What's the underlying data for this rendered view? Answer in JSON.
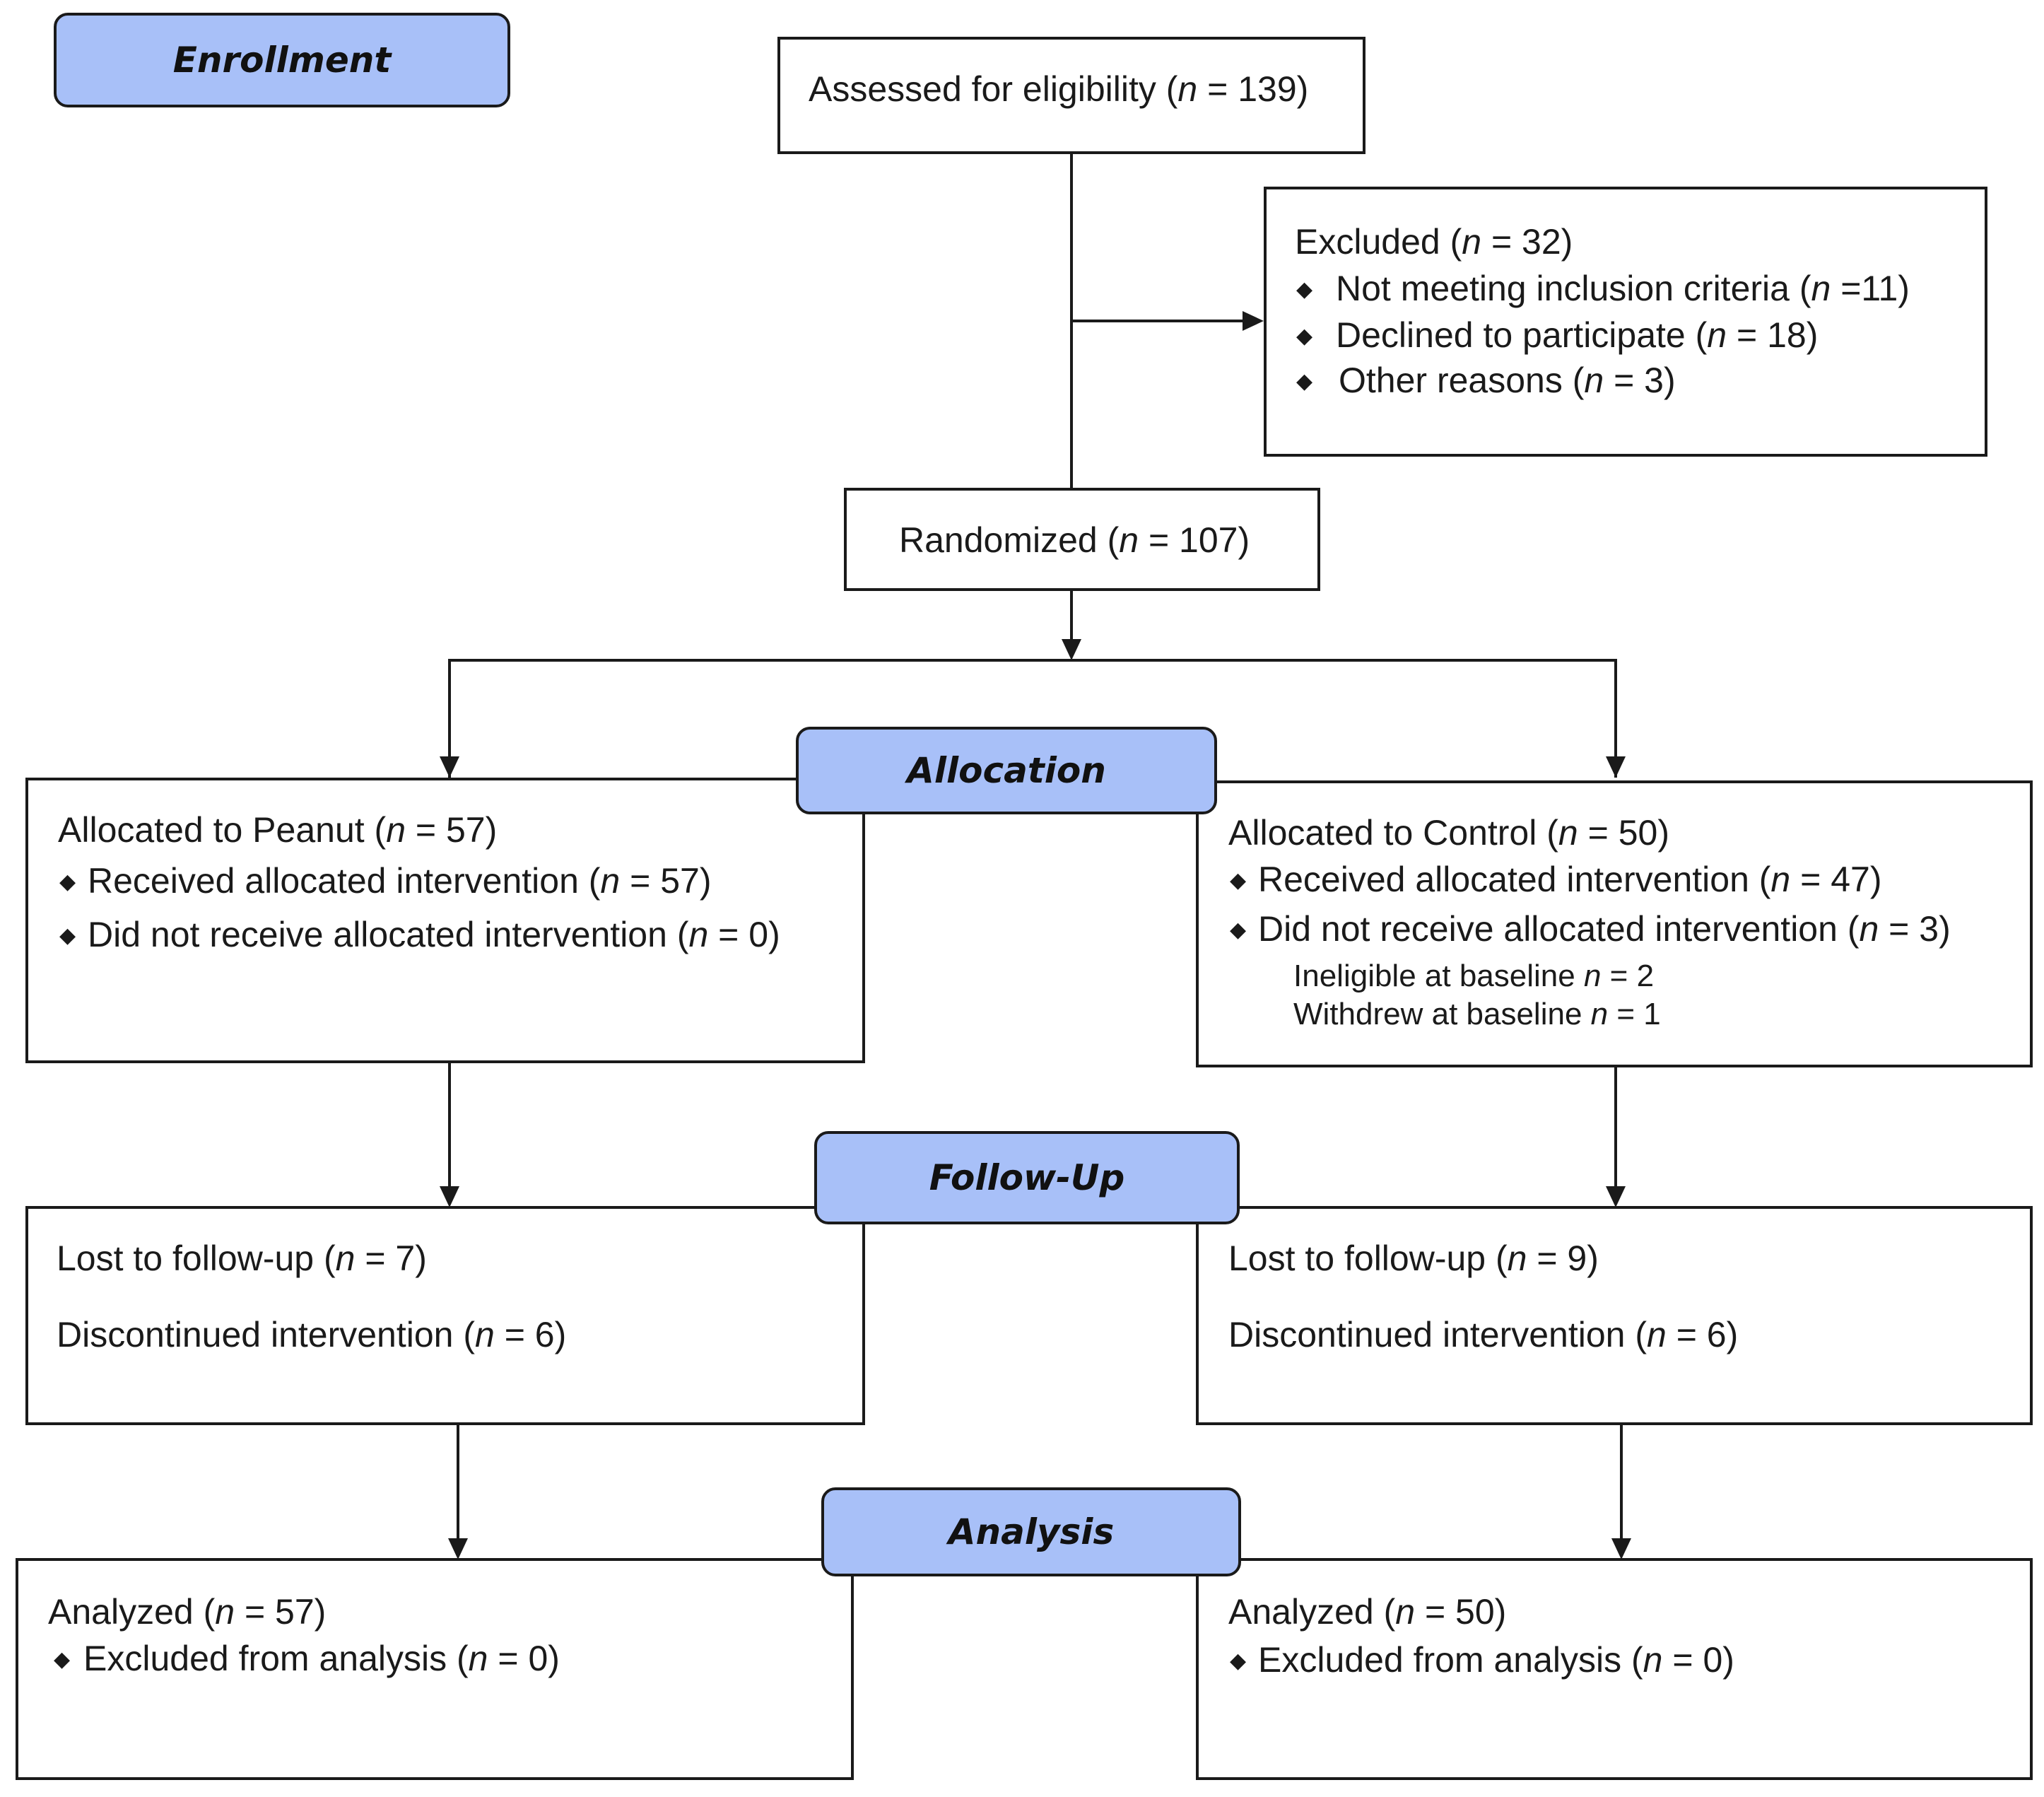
{
  "stages": {
    "enrollment": "Enrollment",
    "allocation": "Allocation",
    "follow_up": "Follow-Up",
    "analysis": "Analysis"
  },
  "n_symbol": "n",
  "bullet": "◆",
  "assessed": {
    "pre": "Assessed for eligibility (",
    "post": " = 139)"
  },
  "excluded": {
    "title": {
      "pre": "Excluded (",
      "post": " = 32)"
    },
    "items": [
      {
        "pre": "Not meeting inclusion criteria (",
        "post": " =11)"
      },
      {
        "pre": "Declined to participate (",
        "post": " = 18)"
      },
      {
        "pre": "Other reasons (",
        "post": " = 3)"
      }
    ]
  },
  "randomized": {
    "pre": "Randomized (",
    "post": " = 107)"
  },
  "peanut": {
    "allocated": {
      "pre": "Allocated to Peanut (",
      "post": " = 57)"
    },
    "received": {
      "pre": "Received allocated intervention (",
      "post": " = 57)"
    },
    "not_received": {
      "pre": "Did not receive allocated intervention (",
      "post": " = 0)"
    },
    "lost": {
      "pre": "Lost to follow-up (",
      "post": " = 7)"
    },
    "discontinued": {
      "pre": "Discontinued intervention (",
      "post": " = 6)"
    },
    "analyzed": {
      "pre": "Analyzed (",
      "post": " = 57)"
    },
    "excluded_analysis": {
      "pre": "Excluded from analysis (",
      "post": " = 0)"
    }
  },
  "control": {
    "allocated": {
      "pre": "Allocated to Control (",
      "post": " = 50)"
    },
    "received": {
      "pre": "Received allocated intervention (",
      "post": " = 47)"
    },
    "not_received": {
      "pre": "Did not receive allocated intervention (",
      "post": " = 3)"
    },
    "ineligible": {
      "pre": "Ineligible at baseline ",
      "post": " = 2"
    },
    "withdrew": {
      "pre": "Withdrew at baseline ",
      "post": " = 1"
    },
    "lost": {
      "pre": "Lost to follow-up (",
      "post": " = 9)"
    },
    "discontinued": {
      "pre": "Discontinued intervention (",
      "post": " = 6)"
    },
    "analyzed": {
      "pre": "Analyzed (",
      "post": " = 50)"
    },
    "excluded_analysis": {
      "pre": "Excluded from analysis (",
      "post": " = 0)"
    }
  }
}
